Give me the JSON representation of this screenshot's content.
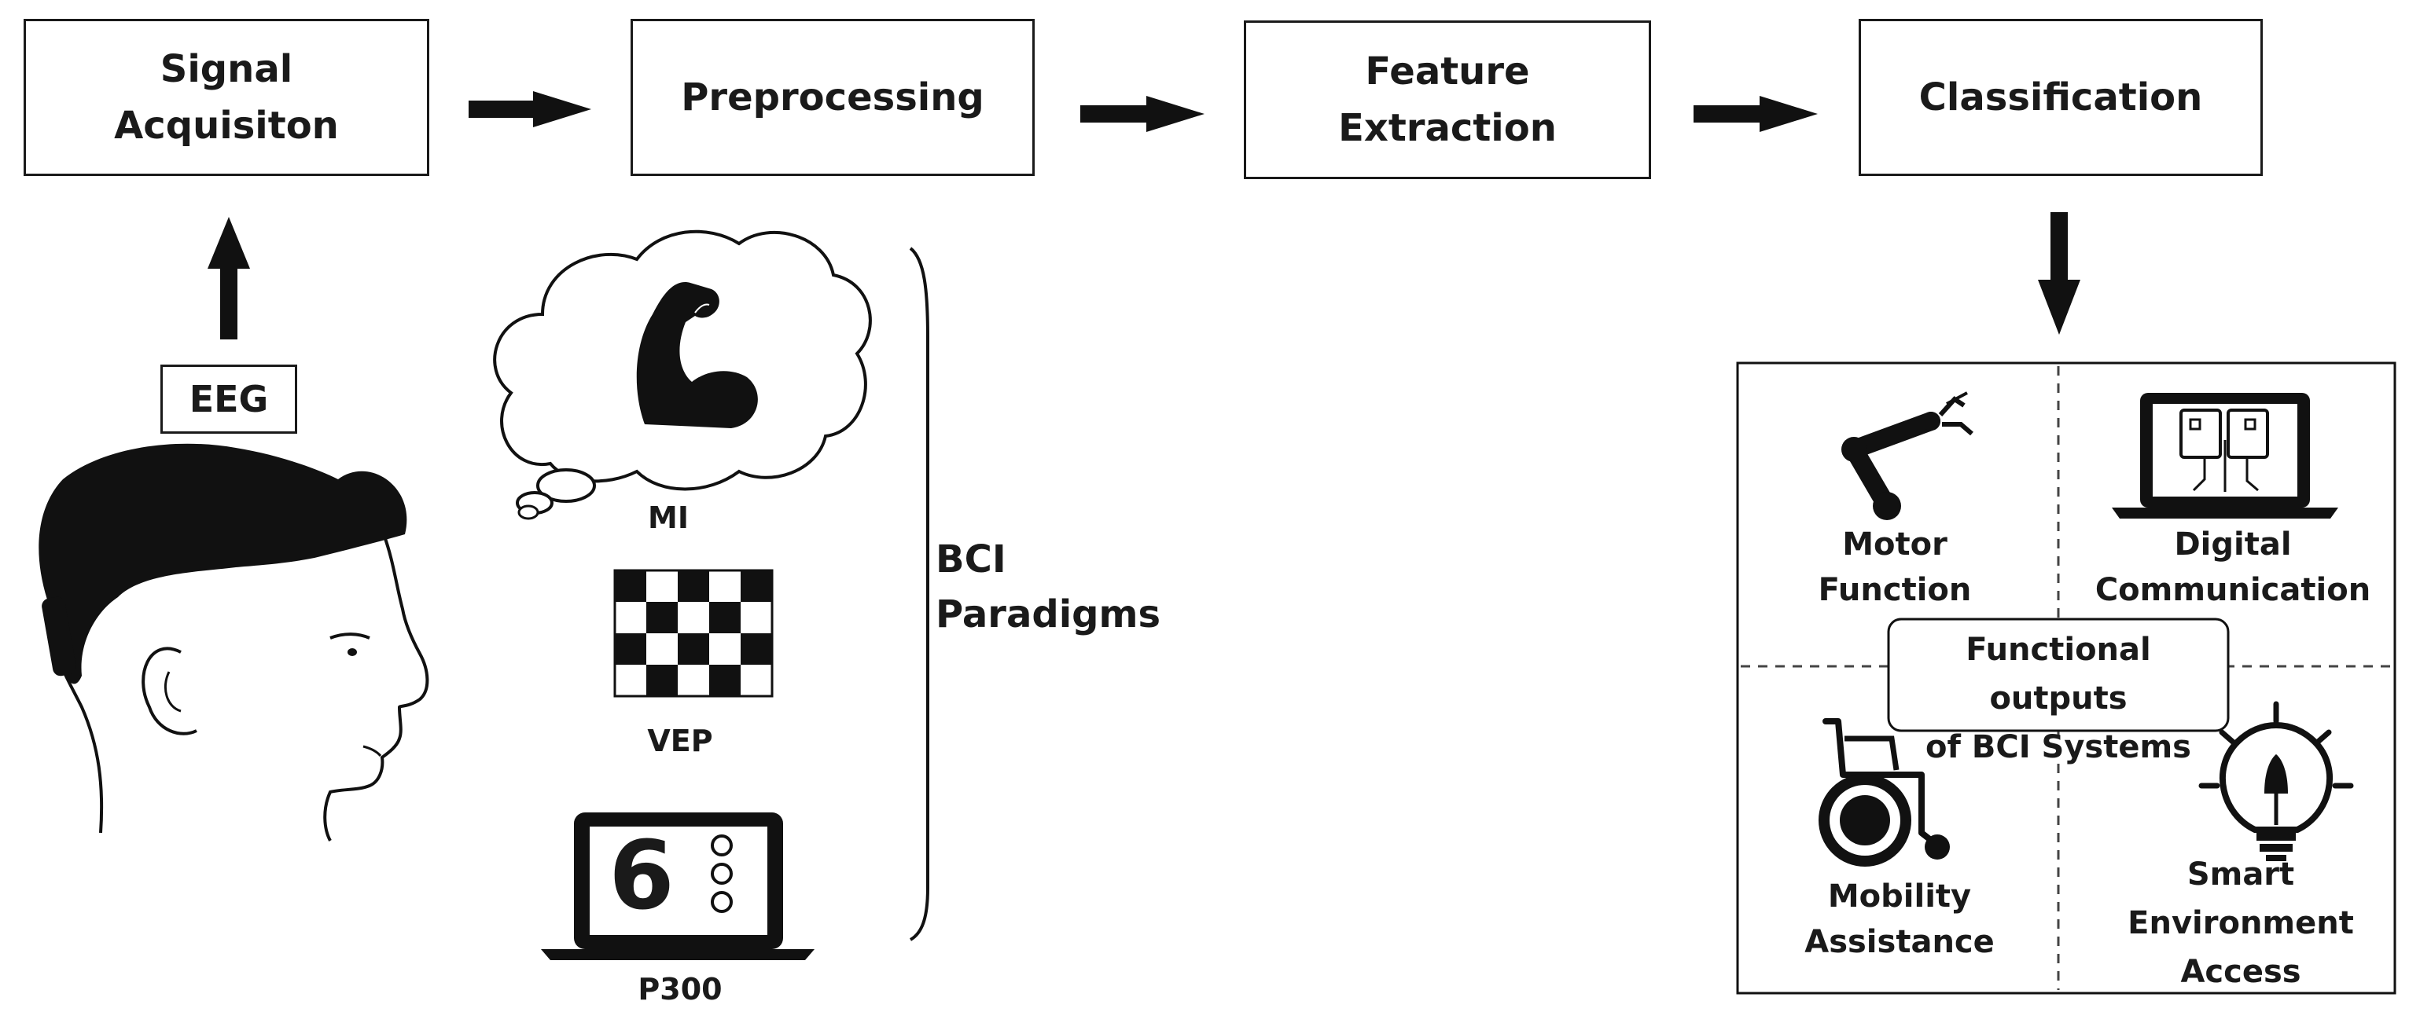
{
  "pipeline": {
    "signal_acquisition": "Signal\nAcquisiton",
    "preprocessing": "Preprocessing",
    "feature_extraction": "Feature\nExtraction",
    "classification": "Classification"
  },
  "input": {
    "eeg_label": "EEG"
  },
  "paradigms": {
    "group_label": "BCI Paradigms",
    "mi_label": "MI",
    "vep_label": "VEP",
    "p300_label": "P300",
    "p300_digit": "6"
  },
  "outputs": {
    "center_label": "Functional outputs\nof BCI Systems",
    "motor_function": "Motor\nFunction",
    "digital_communication": "Digital\nCommunication",
    "mobility_assistance": "Mobility\nAssistance",
    "smart_environment_access": "Smart\nEnvironment\nAccess"
  },
  "icons": [
    "muscle-arm-icon",
    "checkerboard-icon",
    "laptop-icon",
    "robot-arm-icon",
    "laptop-circuit-icon",
    "wheelchair-icon",
    "lightbulb-icon",
    "head-eeg-cap-icon"
  ]
}
